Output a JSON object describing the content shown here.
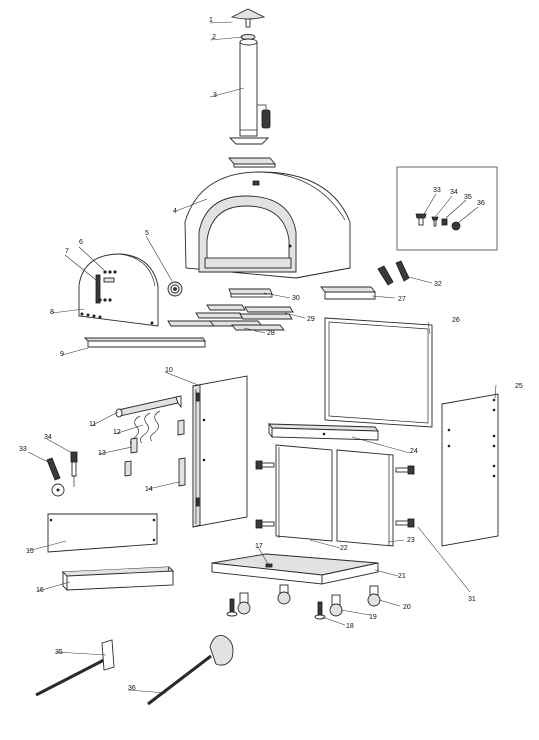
{
  "parts": [
    {
      "id": "p1",
      "label": "1"
    },
    {
      "id": "p2",
      "label": "2"
    },
    {
      "id": "p3",
      "label": "3"
    },
    {
      "id": "p4",
      "label": "4"
    },
    {
      "id": "p5",
      "label": "5"
    },
    {
      "id": "p6",
      "label": "6"
    },
    {
      "id": "p7",
      "label": "7"
    },
    {
      "id": "p8",
      "label": "8"
    },
    {
      "id": "p9",
      "label": "9"
    },
    {
      "id": "p10",
      "label": "10"
    },
    {
      "id": "p11",
      "label": "11"
    },
    {
      "id": "p12",
      "label": "12"
    },
    {
      "id": "p13",
      "label": "13"
    },
    {
      "id": "p14",
      "label": "14"
    },
    {
      "id": "p15",
      "label": "15"
    },
    {
      "id": "p16",
      "label": "16"
    },
    {
      "id": "p17",
      "label": "17"
    },
    {
      "id": "p18",
      "label": "18"
    },
    {
      "id": "p19",
      "label": "19"
    },
    {
      "id": "p20",
      "label": "20"
    },
    {
      "id": "p21",
      "label": "21"
    },
    {
      "id": "p22",
      "label": "22"
    },
    {
      "id": "p23",
      "label": "23"
    },
    {
      "id": "p24",
      "label": "24"
    },
    {
      "id": "p25",
      "label": "25"
    },
    {
      "id": "p26",
      "label": "26"
    },
    {
      "id": "p27",
      "label": "27"
    },
    {
      "id": "p28",
      "label": "28"
    },
    {
      "id": "p29",
      "label": "29"
    },
    {
      "id": "p30",
      "label": "30"
    },
    {
      "id": "p31",
      "label": "31"
    },
    {
      "id": "p32",
      "label": "32"
    },
    {
      "id": "p33a",
      "label": "33"
    },
    {
      "id": "p34a",
      "label": "34"
    },
    {
      "id": "p35a",
      "label": "35"
    },
    {
      "id": "p36a",
      "label": "36"
    },
    {
      "id": "p33b",
      "label": "33"
    },
    {
      "id": "p34b",
      "label": "34"
    },
    {
      "id": "p35b",
      "label": "35"
    },
    {
      "id": "p36b",
      "label": "36"
    }
  ]
}
